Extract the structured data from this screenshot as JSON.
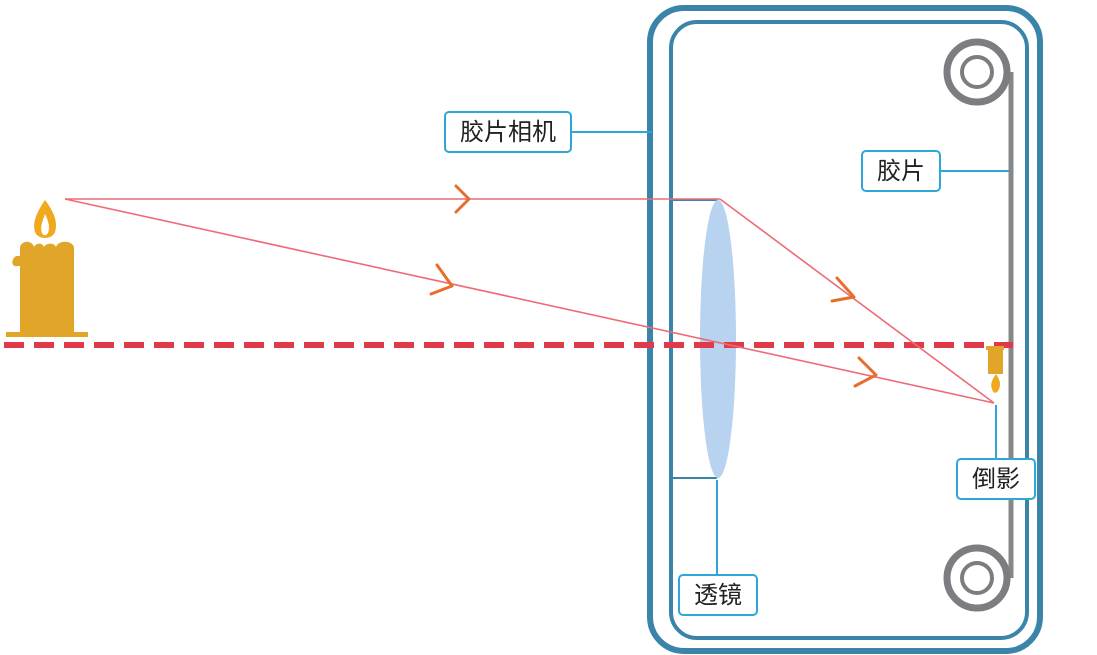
{
  "labels": {
    "camera": "胶片相机",
    "film": "胶片",
    "image": "倒影",
    "lens": "透镜"
  },
  "colors": {
    "camera_body": "#3b84a9",
    "film_strip": "#86878b",
    "spool": "#7c7d80",
    "lens_fill": "#b7d3ef",
    "ray": "#ee6b76",
    "arrow": "#e86d2d",
    "optical_axis": "#e03a4a",
    "candle": "#e1a52a",
    "flame": "#f0a81c",
    "label_border": "#2ea6d8"
  },
  "icons": {
    "object": "candle-icon",
    "image": "inverted-candle-icon",
    "spools": "film-spool-icon"
  }
}
